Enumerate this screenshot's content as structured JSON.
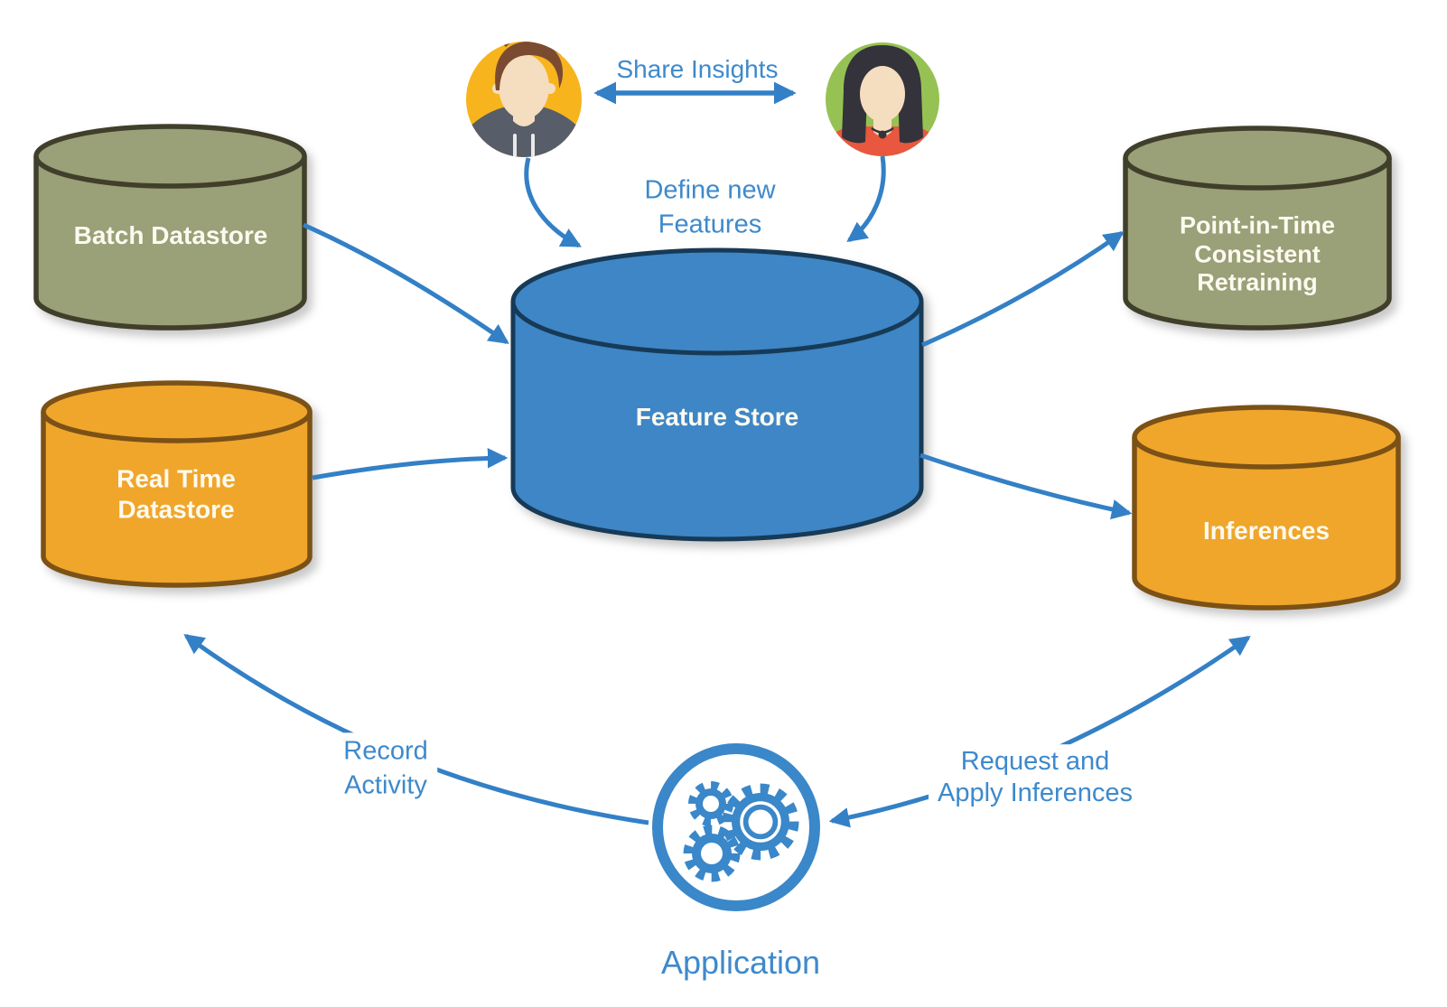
{
  "colors": {
    "arrow": "#3380C6",
    "edge_label_text": "#3E89CC",
    "node_label_text": "#FCFAF0",
    "olive_fill": "#9AA077",
    "olive_stroke": "#403F2B",
    "orange_fill": "#F0A62B",
    "orange_stroke": "#7B5116",
    "blue_fill": "#3E86C6",
    "blue_stroke": "#173A57",
    "app_icon_blue": "#3A87C9",
    "man_bg": "#F8B41C",
    "man_hair": "#7B4B31",
    "man_hoodie": "#575D69",
    "skin": "#F5DDC0",
    "drawstring": "#E9E9E9",
    "woman_bg": "#96C254",
    "woman_hair": "#34333B",
    "woman_top": "#E8573E"
  },
  "nodes": {
    "batch_datastore": {
      "label": "Batch Datastore"
    },
    "real_time_datastore": {
      "label": "Real Time\nDatastore"
    },
    "feature_store": {
      "label": "Feature Store"
    },
    "point_in_time_retraining": {
      "label": "Point-in-Time\nConsistent\nRetraining"
    },
    "inferences": {
      "label": "Inferences"
    },
    "application": {
      "label": "Application"
    }
  },
  "actors": {
    "data_scientist_1": {
      "icon": "male-user-avatar-icon"
    },
    "data_scientist_2": {
      "icon": "female-user-avatar-icon"
    }
  },
  "edge_labels": {
    "share_insights": "Share Insights",
    "define_new_features": "Define new\nFeatures",
    "record_activity": "Record\nActivity",
    "request_and_apply_inferences": "Request and\nApply Inferences"
  }
}
